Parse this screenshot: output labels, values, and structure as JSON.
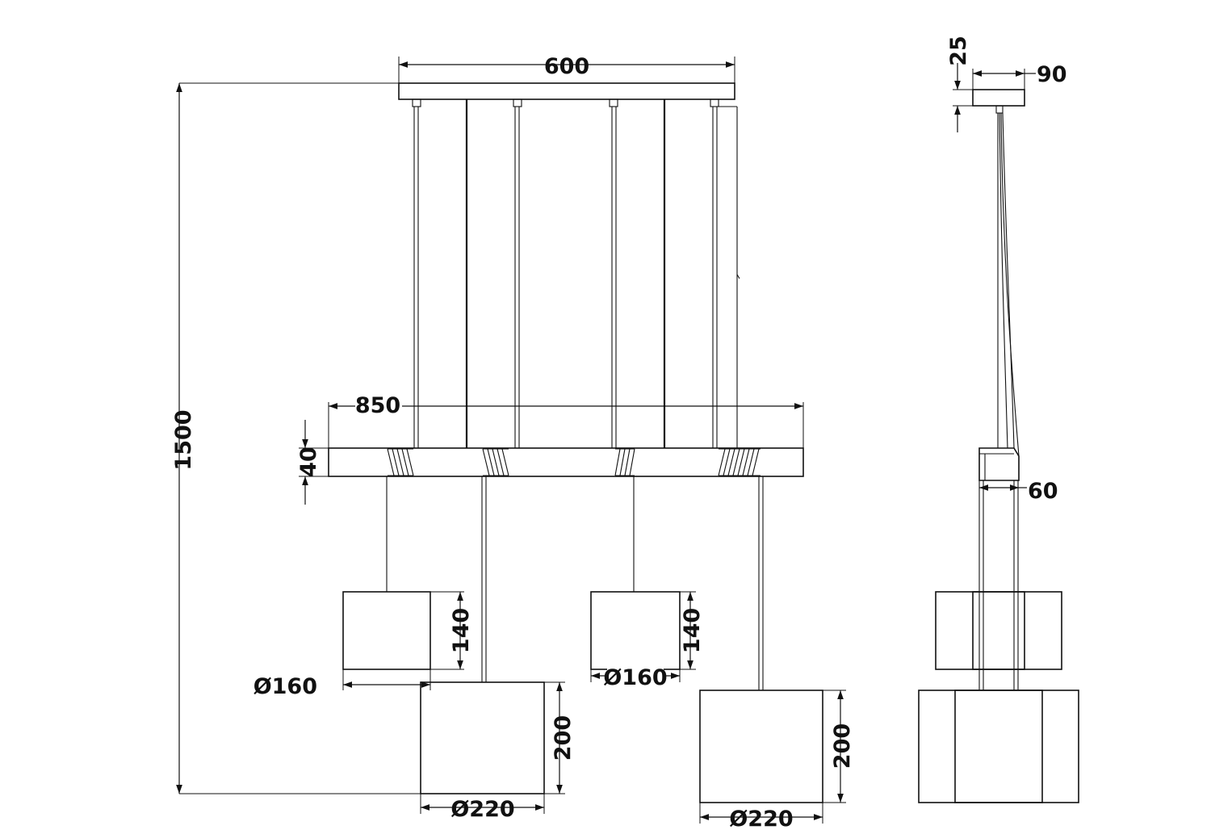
{
  "front_view": {
    "canopy_width": "600",
    "total_height": "1500",
    "bar_length": "850",
    "bar_height": "40",
    "small_shade_left": {
      "height": "140",
      "diameter": "Ø160"
    },
    "large_shade_left": {
      "height": "200",
      "diameter": "Ø220"
    },
    "small_shade_right": {
      "height": "140",
      "diameter": "Ø160"
    },
    "large_shade_right": {
      "height": "200",
      "diameter": "Ø220"
    }
  },
  "side_view": {
    "canopy_height": "25",
    "canopy_width": "90",
    "bar_width": "60"
  }
}
